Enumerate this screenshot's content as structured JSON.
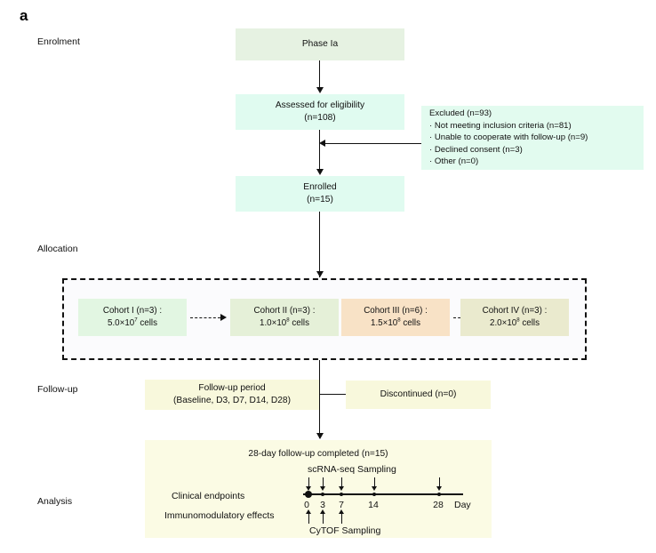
{
  "figure": {
    "panel_letter": "a"
  },
  "stages": [
    {
      "name": "enrolment",
      "label": "Enrolment"
    },
    {
      "name": "allocation",
      "label": "Allocation"
    },
    {
      "name": "followup",
      "label": "Follow-up"
    },
    {
      "name": "analysis",
      "label": "Analysis"
    }
  ],
  "enrolment": {
    "phase": {
      "line1": "Phase Ia"
    },
    "assessed": {
      "line1": "Assessed for eligibility",
      "line2": "(n=108)"
    },
    "enrolled": {
      "line1": "Enrolled",
      "line2": "(n=15)"
    },
    "excluded": {
      "title": "Excluded (n=93)",
      "items": [
        "· Not meeting inclusion criteria (n=81)",
        "· Unable to cooperate with follow-up (n=9)",
        "· Declined consent (n=3)",
        "· Other (n=0)"
      ]
    }
  },
  "allocation": {
    "cohorts": [
      {
        "title": "Cohort I (n=3) :",
        "dose_mantissa": "5.0×10",
        "dose_exp": "7",
        "dose_unit": " cells",
        "color": "#e2f6e2"
      },
      {
        "title": "Cohort II (n=3) :",
        "dose_mantissa": "1.0×10",
        "dose_exp": "8",
        "dose_unit": " cells",
        "color": "#e5f0d8"
      },
      {
        "title": "Cohort III (n=6) :",
        "dose_mantissa": "1.5×10",
        "dose_exp": "8",
        "dose_unit": " cells",
        "color": "#f8e2c6"
      },
      {
        "title": "Cohort IV (n=3) :",
        "dose_mantissa": "2.0×10",
        "dose_exp": "8",
        "dose_unit": " cells",
        "color": "#eaeace"
      }
    ]
  },
  "followup": {
    "period": {
      "line1": "Follow-up period",
      "line2": "(Baseline, D3, D7, D14, D28)"
    },
    "discontinued": {
      "line1": "Discontinued (n=0)"
    }
  },
  "analysis": {
    "title": "28-day follow-up completed (n=15)",
    "row_labels": [
      "Clinical endpoints",
      "Immunomodulatory effects"
    ],
    "timeline": {
      "top_label": "scRNA-seq Sampling",
      "bottom_label": "CyTOF Sampling",
      "axis_unit": "Day",
      "ticks": [
        "0",
        "3",
        "7",
        "14",
        "28"
      ],
      "tick_days": [
        0,
        3,
        7,
        14,
        28
      ],
      "scrnaseq_days": [
        0,
        3,
        7,
        14,
        28
      ],
      "cytof_days": [
        0,
        3,
        7
      ]
    }
  },
  "colors": {
    "phase_box": "#e6f2e2",
    "mint_box": "#e0fbf0",
    "excluded_box": "#e2fbef",
    "cream_box": "#f8f8dc",
    "analysis_box": "#fbfbe4",
    "line": "#111111",
    "allocation_panel": "#fbfbfd"
  }
}
